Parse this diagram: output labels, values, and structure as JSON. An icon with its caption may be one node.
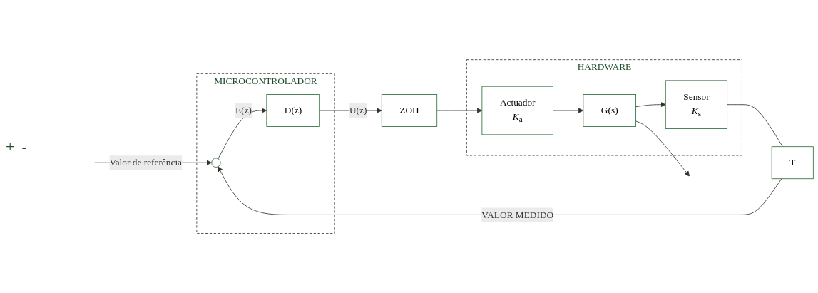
{
  "diagram": {
    "nodes": [
      {
        "text": [
          "MICROCONTROLADOR"
        ]
      },
      {
        "text": [
          "HARDWARE"
        ]
      },
      {
        "text": [],
        "shape": "circle",
        "in": 0
      },
      {
        "text": [
          "D(z)"
        ],
        "in": 0
      },
      {
        "text": [
          "ZOH"
        ]
      },
      {
        "text": [
          "Actuador",
          "*K*$_{a}$"
        ],
        "in": 1
      },
      {
        "text": [
          "G(s)"
        ],
        "in": 1
      },
      {
        "text": [
          "Sensor",
          "*K*$_{s}$"
        ],
        "in": 1
      },
      {
        "text": [
          "T"
        ]
      }
    ],
    "edges": [
      {
        "from": null,
        "to": 2,
        "arrow": "to",
        "label": "Valor de referência"
      },
      {
        "from": 2,
        "to": 3,
        "arrow": "to",
        "label": "E(z)"
      },
      {
        "from": 3,
        "to": 4,
        "arrow": "to",
        "label": "U(z)"
      },
      {
        "from": 4,
        "to": 5,
        "arrow": "to"
      },
      {
        "from": 5,
        "to": 6,
        "arrow": "to"
      },
      {
        "from": 6,
        "to": null,
        "arrow": "to"
      },
      {
        "from": 6,
        "to": 7,
        "arrow": "to"
      },
      {
        "from": 7,
        "to": 8,
        "arrow": "none"
      },
      {
        "from": 8,
        "to": 2,
        "arrow": "to",
        "label": "VALOR MEDIDO"
      }
    ],
    "labels": [
      "+",
      "-"
    ]
  }
}
